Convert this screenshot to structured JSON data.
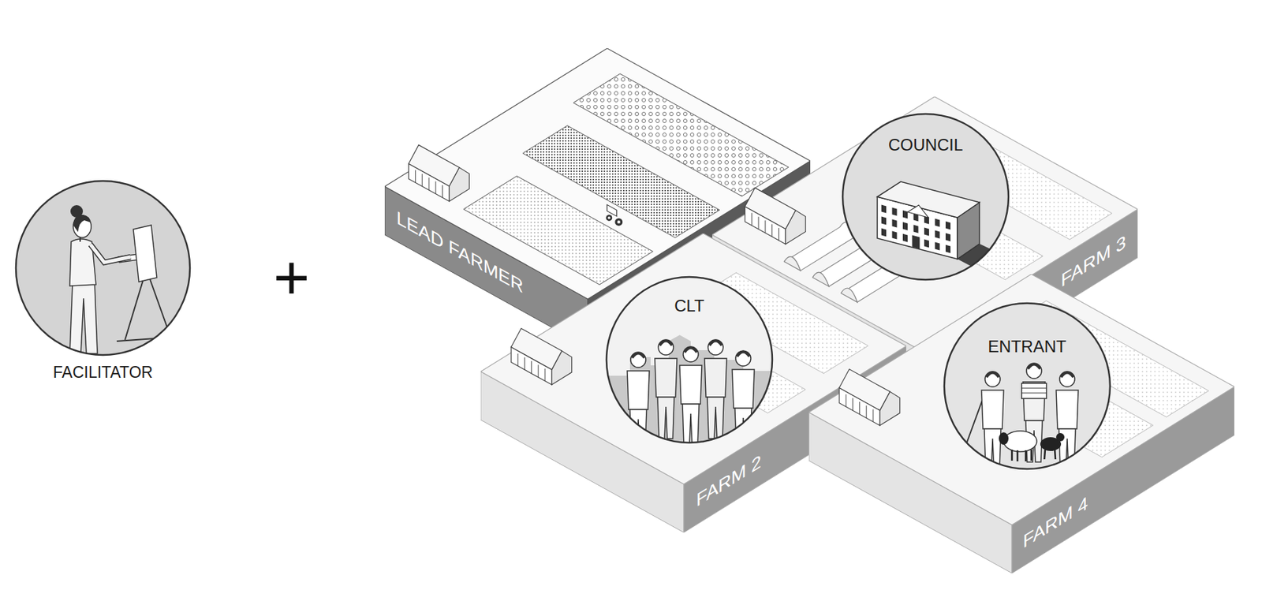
{
  "diagram": {
    "nodes": [
      {
        "text": [
          "FACILITATOR"
        ]
      },
      {
        "text": [
          "LEAD FARMER"
        ]
      },
      {
        "text": [
          "FARM 3"
        ]
      },
      {
        "text": [
          "COUNCIL"
        ],
        "in": 2
      },
      {
        "text": [
          "FARM 2"
        ]
      },
      {
        "text": [
          "CLT"
        ],
        "in": 4
      },
      {
        "text": [
          "FARM 4"
        ]
      },
      {
        "text": [
          "ENTRANT"
        ],
        "in": 6
      }
    ],
    "labels": [
      "+"
    ]
  }
}
